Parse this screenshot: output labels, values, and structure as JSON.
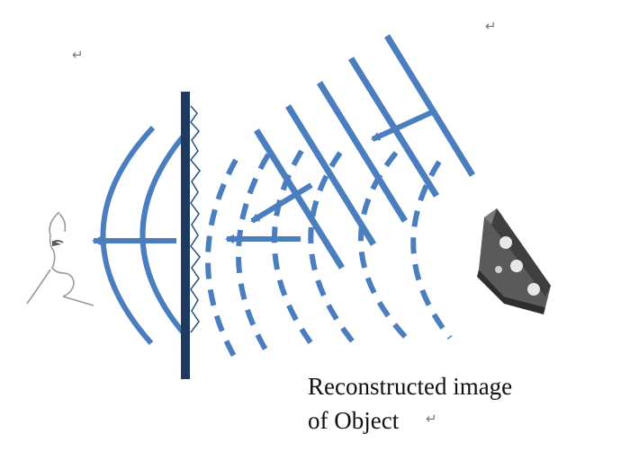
{
  "caption": {
    "line1": "Reconstructed image",
    "line2": "of Object"
  },
  "paragraph_mark": "↵",
  "colors": {
    "wave": "#4a7ebf",
    "hologram_plate": "#1f3a5f",
    "face_outline": "#9a9a9a",
    "object_dark": "#4a4a4a",
    "text": "#111111"
  },
  "icons": [
    "viewer-face-icon",
    "object-bracket-icon",
    "hologram-plate",
    "paragraph-mark-icon"
  ]
}
